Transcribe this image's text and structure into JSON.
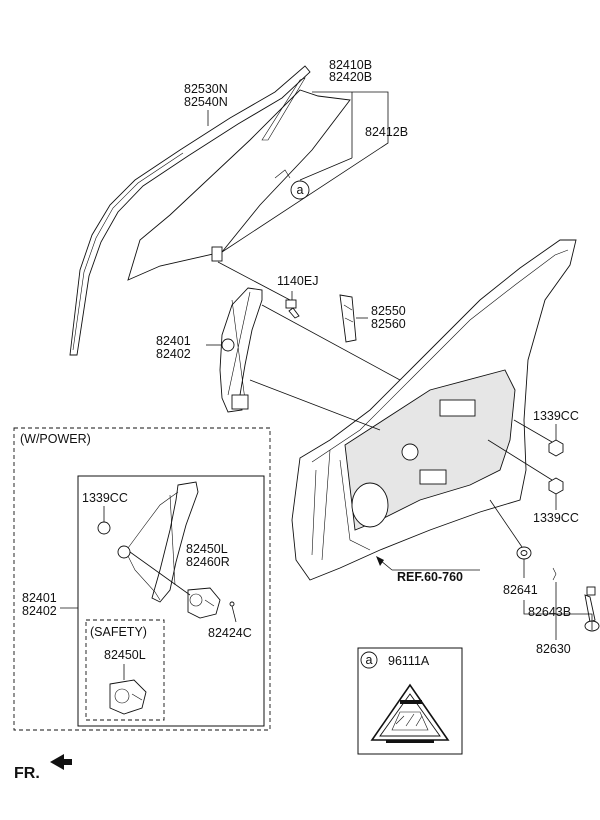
{
  "labels": {
    "glass_run": [
      "82530N",
      "82540N"
    ],
    "glass": [
      "82410B",
      "82420B"
    ],
    "glass_sub": "82412B",
    "bolt": "1140EJ",
    "regulator_manual": [
      "82401",
      "82402"
    ],
    "channel": [
      "82550",
      "82560"
    ],
    "plug_upper": "1339CC",
    "plug_lower": "1339CC",
    "power_group_title": "(W/POWER)",
    "power_plug": "1339CC",
    "motor": [
      "82450L",
      "82460R"
    ],
    "regulator_power": [
      "82401",
      "82402"
    ],
    "screw": "82424C",
    "safety_title": "(SAFETY)",
    "safety_motor": "82450L",
    "ref": "REF.60-760",
    "grommet": "82641",
    "cable": "82643B",
    "cable_group": "82630",
    "callout_a": "a",
    "label_box_letter": "a",
    "label_part": "96111A",
    "front": "FR."
  }
}
